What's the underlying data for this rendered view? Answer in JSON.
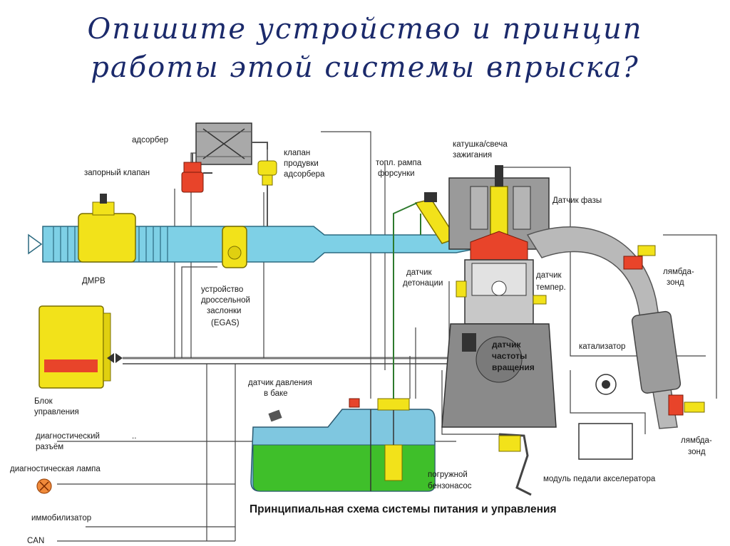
{
  "heading": {
    "line1": "Опишите устройство и принцип",
    "line2": "работы этой системы впрыска?"
  },
  "labels": {
    "adsorber": "адсорбер",
    "shutoff_valve": "запорный клапан",
    "purge_valve_1": "клапан",
    "purge_valve_2": "продувки",
    "purge_valve_3": "адсорбера",
    "fuel_rail_1": "топл. рампа",
    "fuel_rail_2": "форсунки",
    "coil_1": "катушка/свеча",
    "coil_2": "зажигания",
    "phase_sensor": "Датчик фазы",
    "maf": "ДМРВ",
    "throttle_1": "устройство",
    "throttle_2": "дроссельной",
    "throttle_3": "заслонки",
    "throttle_4": "(EGAS)",
    "knock_1": "датчик",
    "knock_2": "детонации",
    "temp_1": "датчик",
    "temp_2": "темпер.",
    "lambda1_1": "лямбда-",
    "lambda1_2": "зонд",
    "crank_1": "датчик",
    "crank_2": "частоты",
    "crank_3": "вращения",
    "catalyst": "катализатор",
    "ecu_1": "Блок",
    "ecu_2": "управления",
    "tank_pressure_1": "датчик давления",
    "tank_pressure_2": "в баке",
    "diag_conn_1": "диагностический",
    "diag_conn_2": "разъём",
    "diag_conn_dots": "..",
    "diag_lamp": "диагностическая лампа",
    "pump_1": "погружной",
    "pump_2": "бензонасос",
    "pedal": "модуль педали акселератора",
    "lambda2_1": "лямбда-",
    "lambda2_2": "зонд",
    "immobilizer": "иммобилизатор",
    "can": "CAN"
  },
  "caption": "Принципиальная схема системы питания и управления",
  "colors": {
    "heading": "#1b2a6b",
    "intake": "#7ed0e6",
    "yellow_part": "#f2e21a",
    "red_part": "#e8442a",
    "fuel_green": "#3fbf2a",
    "fuel_blue": "#7fc7e0",
    "exhaust": "#b9b9b9",
    "engine": "#8a8a8a"
  }
}
